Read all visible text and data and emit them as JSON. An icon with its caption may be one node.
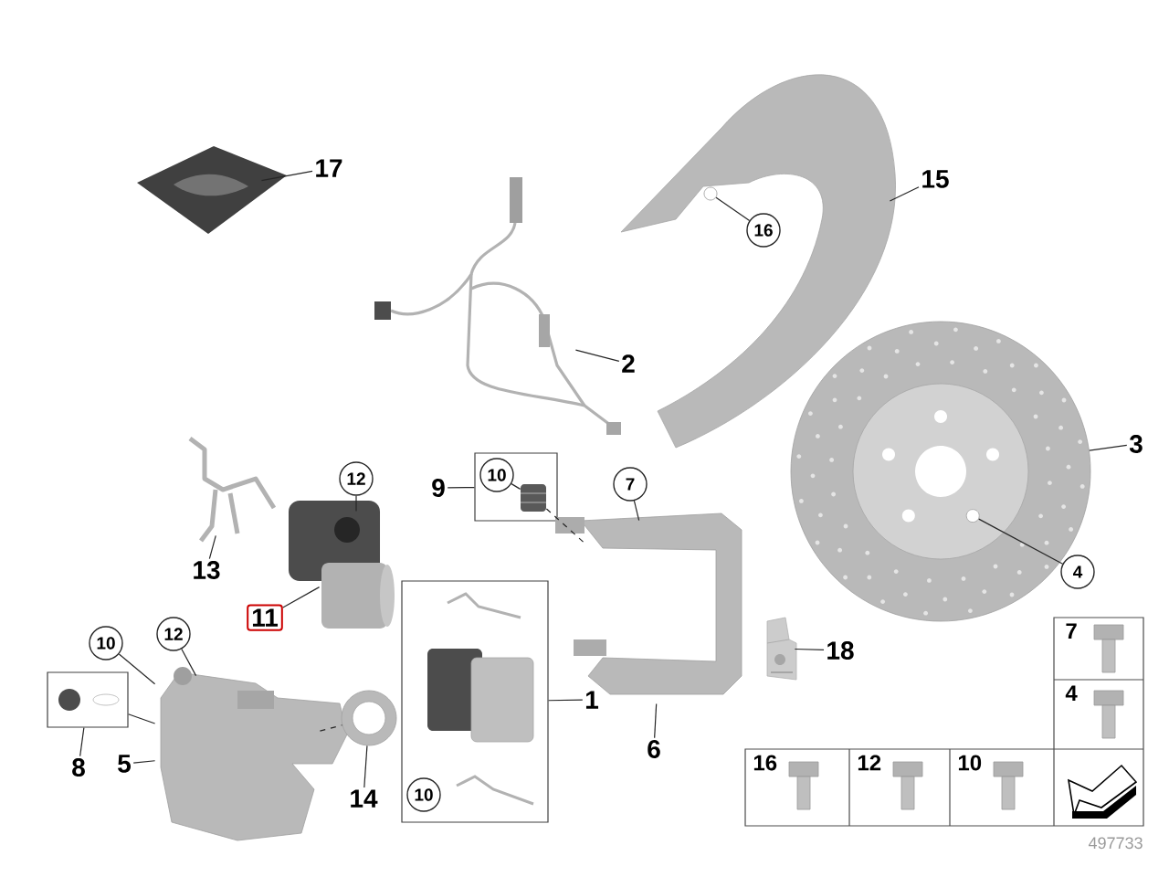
{
  "diagram": {
    "nodes": [
      {
        "text": [
          "17"
        ]
      },
      {
        "text": [],
        "shape": "picture"
      },
      {
        "text": [],
        "shape": "picture"
      },
      {
        "text": [
          "15"
        ]
      },
      {
        "text": [
          "16"
        ]
      },
      {
        "text": [],
        "shape": "picture"
      },
      {
        "text": [
          "2"
        ]
      },
      {
        "text": [],
        "shape": "picture"
      },
      {
        "text": [
          "3"
        ]
      },
      {
        "text": [
          "4"
        ]
      },
      {
        "text": [
          "12"
        ]
      },
      {
        "text": [],
        "shape": "picture"
      },
      {
        "text": [],
        "shape": "picture"
      },
      {
        "text": [],
        "shape": "box"
      },
      {
        "text": [
          "10"
        ],
        "in": 13
      },
      {
        "text": [],
        "shape": "picture",
        "in": 13
      },
      {
        "text": [
          "9"
        ]
      },
      {
        "text": [
          "7"
        ]
      },
      {
        "text": [],
        "shape": "picture"
      },
      {
        "text": [
          "13"
        ]
      },
      {
        "text": [
          "11"
        ]
      },
      {
        "text": [
          "10"
        ]
      },
      {
        "text": [
          "12"
        ]
      },
      {
        "text": [],
        "shape": "box"
      },
      {
        "text": [],
        "shape": "picture",
        "in": 23
      },
      {
        "text": [
          "10"
        ],
        "in": 23
      },
      {
        "text": [
          "1"
        ]
      },
      {
        "text": [],
        "shape": "picture"
      },
      {
        "text": [
          "18"
        ]
      },
      {
        "text": [],
        "shape": "box"
      },
      {
        "text": [],
        "shape": "picture",
        "in": 29
      },
      {
        "text": [
          "8"
        ]
      },
      {
        "text": [],
        "shape": "picture"
      },
      {
        "text": [
          "5"
        ]
      },
      {
        "text": [],
        "shape": "picture"
      },
      {
        "text": [
          "14"
        ]
      },
      {
        "text": [
          "6"
        ]
      },
      {
        "text": [],
        "shape": "circle",
        "in": 2
      },
      {
        "text": [],
        "shape": "circle",
        "in": 7
      }
    ],
    "edges": [
      {
        "from": 0,
        "to": 1,
        "arrow": "none"
      },
      {
        "from": 3,
        "to": 2,
        "arrow": "none"
      },
      {
        "from": 4,
        "to": 37,
        "arrow": "none"
      },
      {
        "from": 6,
        "to": 5,
        "arrow": "none"
      },
      {
        "from": 8,
        "to": 7,
        "arrow": "none"
      },
      {
        "from": 9,
        "to": 38,
        "arrow": "none"
      },
      {
        "from": 10,
        "to": 12,
        "arrow": "none"
      },
      {
        "from": 19,
        "to": 11,
        "arrow": "none"
      },
      {
        "from": 20,
        "to": 12,
        "arrow": "none"
      },
      {
        "from": 16,
        "to": 13,
        "arrow": "none"
      },
      {
        "from": 14,
        "to": 15,
        "arrow": "none"
      },
      {
        "from": 15,
        "to": 18,
        "arrow": "none",
        "style": "dashed"
      },
      {
        "from": 17,
        "to": 18,
        "arrow": "none"
      },
      {
        "from": 21,
        "to": 32,
        "arrow": "none"
      },
      {
        "from": 22,
        "to": 32,
        "arrow": "none"
      },
      {
        "from": 31,
        "to": 29,
        "arrow": "none"
      },
      {
        "from": 29,
        "to": 32,
        "arrow": "none"
      },
      {
        "from": 33,
        "to": 32,
        "arrow": "none"
      },
      {
        "from": 32,
        "to": 34,
        "arrow": "none",
        "style": "dashed"
      },
      {
        "from": 35,
        "to": 34,
        "arrow": "none"
      },
      {
        "from": 26,
        "to": 23,
        "arrow": "none"
      },
      {
        "from": 36,
        "to": 18,
        "arrow": "none"
      },
      {
        "from": 28,
        "to": 27,
        "arrow": "none"
      }
    ],
    "labels": [
      "7",
      "4",
      "16",
      "12",
      "10",
      "497733"
    ]
  }
}
